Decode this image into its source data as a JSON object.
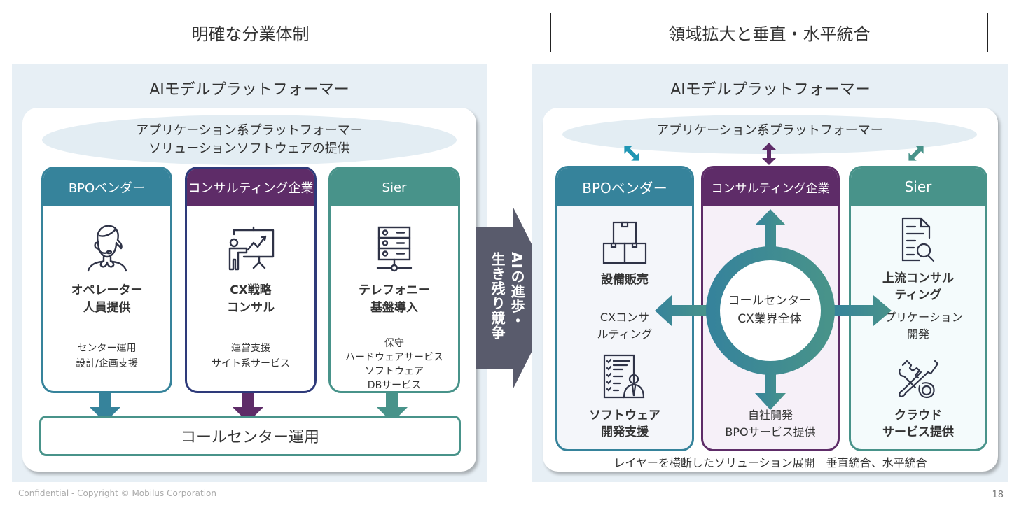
{
  "titles": {
    "left": "明確な分業体制",
    "right": "領域拡大と垂直・水平統合"
  },
  "left_panel": {
    "heading": "AIモデルプラットフォーマー",
    "ellipse": {
      "line1": "アプリケーション系プラットフォーマー",
      "line2": "ソリューションソフトウェアの提供"
    },
    "columns": [
      {
        "header": "BPOベンダー",
        "icon": "call-center-operator-icon",
        "title_lines": [
          "オペレーター",
          "人員提供"
        ],
        "desc_lines": [
          "センター運用",
          "設計/企画支援"
        ]
      },
      {
        "header": "コンサルティング企業",
        "icon": "presentation-chart-icon",
        "title_lines": [
          "CX戦略",
          "コンサル"
        ],
        "desc_lines": [
          "運営支援",
          "サイト系サービス"
        ]
      },
      {
        "header": "Sier",
        "icon": "server-network-icon",
        "title_lines": [
          "テレフォニー",
          "基盤導入"
        ],
        "desc_lines": [
          "保守",
          "ハードウェアサービス",
          "ソフトウェア",
          "DBサービス"
        ]
      }
    ],
    "bottom_box": "コールセンター運用"
  },
  "center_arrow": {
    "text": "AIの進歩・生き残り競争",
    "col1": "AIの進歩・",
    "col2": "生き残り競争"
  },
  "right_panel": {
    "heading": "AIモデルプラットフォーマー",
    "ellipse": {
      "line1": "アプリケーション系プラットフォーマー"
    },
    "columns": [
      {
        "header": "BPOベンダー",
        "items": [
          {
            "icon": "boxes-icon",
            "bold_lines": [
              "設備販売"
            ]
          },
          {
            "normal_lines": [
              "CXコンサ",
              "ルティング"
            ]
          },
          {
            "icon": "checklist-person-icon",
            "bold_lines": [
              "ソフトウェア",
              "開発支援"
            ]
          }
        ]
      },
      {
        "header": "コンサルティング企業",
        "center": [
          "コールセンター",
          "CX業界全体"
        ],
        "items": [
          {
            "normal_lines": [
              "自社開発",
              "BPOサービス提供"
            ]
          }
        ]
      },
      {
        "header": "Sier",
        "items": [
          {
            "icon": "document-search-icon",
            "bold_lines": [
              "上流コンサル",
              "ティング"
            ]
          },
          {
            "normal_lines": [
              "アプリケーション",
              "開発"
            ]
          },
          {
            "icon": "tools-icon",
            "bold_lines": [
              "クラウド",
              "サービス提供"
            ]
          }
        ]
      }
    ],
    "caption": "レイヤーを横断したソリューション展開　垂直統合、水平統合"
  },
  "colors": {
    "bpo": "#36839b",
    "consulting": "#5e2c68",
    "sier": "#48938a",
    "arrow": "#595b6c",
    "panel_bg": "#e7eff5"
  },
  "footer": {
    "copyright": "Confidential - Copyright © Mobilus Corporation",
    "page": "18"
  }
}
